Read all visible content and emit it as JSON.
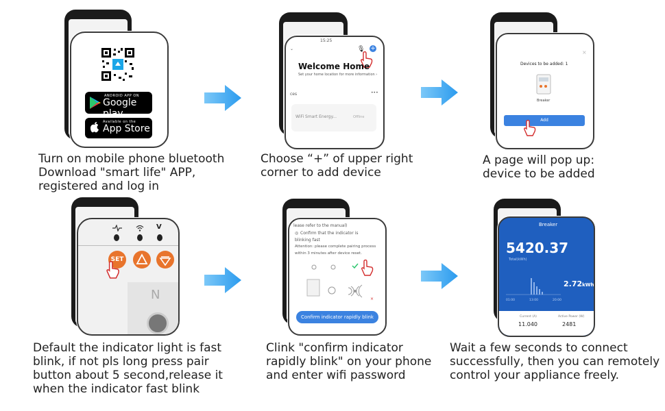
{
  "steps": [
    {
      "caption": "Turn on mobile phone bluetooth\nDownload \"smart life\" APP,\nregistered and log in",
      "google_small": "ANDROID APP ON",
      "google_big": "Google play",
      "apple_small": "Available on the",
      "apple_big": "App Store"
    },
    {
      "caption": "Choose “+” of upper right\ncorner to add device",
      "time": "15:25",
      "title": "Welcome Home",
      "subtitle": "Set your home location for more information ›",
      "devices_label": "ces",
      "device_name": "WiFi Smart Energy...",
      "device_status": "Offline"
    },
    {
      "caption": "A page will pop up:\ndevice to be added",
      "heading": "Devices to be added: 1",
      "device": "Breaker",
      "button": "Add"
    },
    {
      "caption": "Default the indicator light is fast\nblink, if not pls long press pair\nbutton about 5 second,release it\nwhen the indicator fast blink",
      "icon_v": "V",
      "set_label": "SET",
      "n_label": "N"
    },
    {
      "caption": "Clink \"confirm indicator\nrapidly blink\" on your phone\nand enter wifi password",
      "line1": "lease refer to the manual)",
      "line2": "Confirm that the indicator is",
      "line3": "blinking fast",
      "line4": "Attention: please complete pairing process",
      "line5": "within 3 minutes after device reset.",
      "button": "Confirm indicator rapidly blink"
    },
    {
      "caption": "Wait a few seconds to connect\nsuccessfully, then you can remotely\ncontrol your appliance freely.",
      "header": "Breaker",
      "big_value": "5420.37",
      "big_unit": "Total(kWh)",
      "today_value": "2.72",
      "today_unit": "kWh",
      "t1": "01:00",
      "t2": "13:00",
      "t3": "20:00",
      "current_label": "Current (A)",
      "current_value": "11.040",
      "power_label": "Active Power (W)",
      "power_value": "2481"
    }
  ],
  "colors": {
    "arrow": "#3aa6ef",
    "accent": "#3b82e0",
    "set_orange": "#e8742c"
  }
}
